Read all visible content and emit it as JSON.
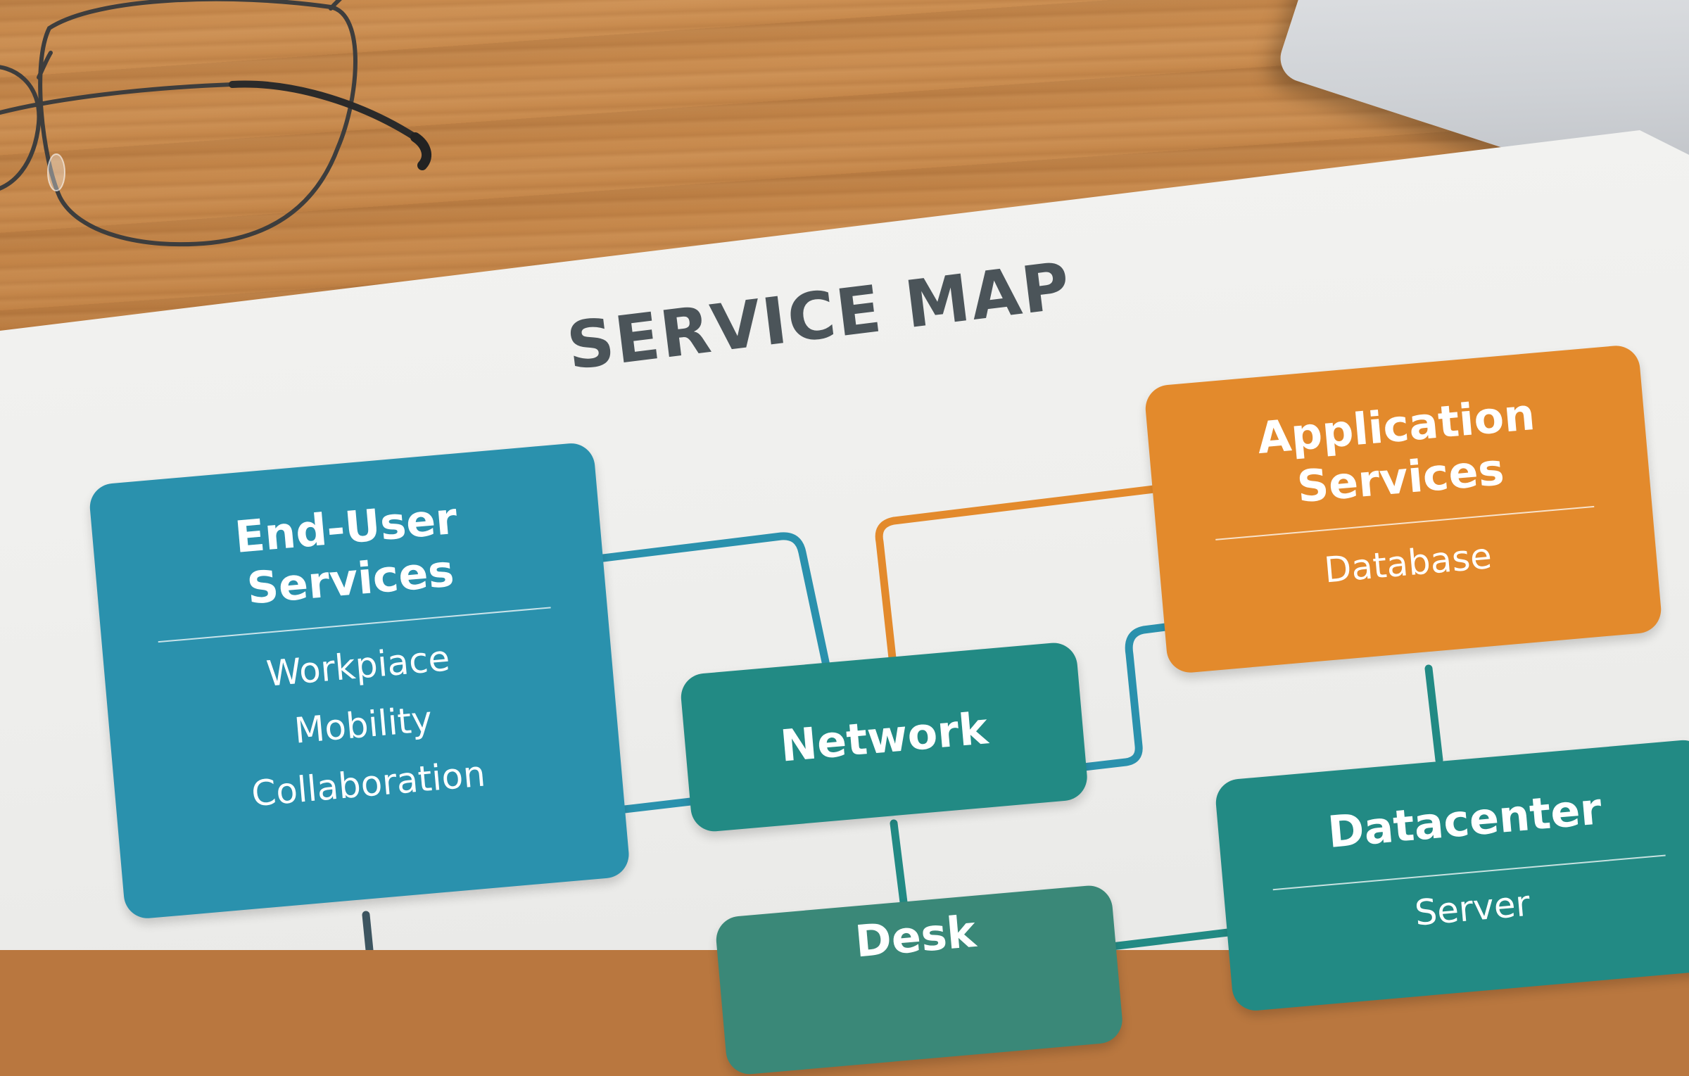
{
  "title": "SERVICE MAP",
  "colors": {
    "end_user": "#2a91ad",
    "application": "#e38a2c",
    "network": "#228a84",
    "datacenter": "#228a84",
    "service_desk": "#3a8878",
    "title_text": "#4b5459"
  },
  "boxes": {
    "end_user": {
      "heading_line1": "End-User",
      "heading_line2": "Services",
      "items": [
        "Workpiace",
        "Mobility",
        "Collaboration"
      ]
    },
    "application": {
      "heading_line1": "Application",
      "heading_line2": "Services",
      "items": [
        "Database"
      ]
    },
    "network": {
      "heading": "Network"
    },
    "datacenter": {
      "heading": "Datacenter",
      "items": [
        "Server"
      ]
    },
    "desk": {
      "heading": "Desk"
    }
  },
  "objects": [
    "eyeglasses-icon",
    "laptop-icon"
  ]
}
